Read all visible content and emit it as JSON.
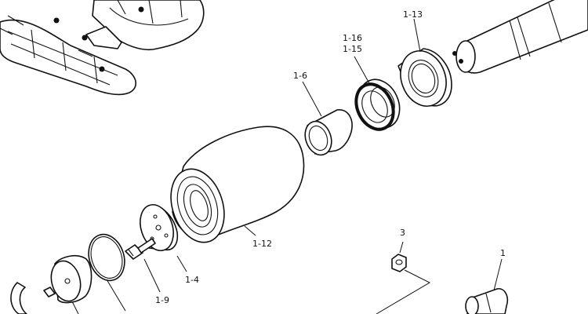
{
  "diagram": {
    "labels": {
      "part_1_13": "1-13",
      "part_1_16": "1-16",
      "part_1_15": "1-15",
      "part_1_6": "1-6",
      "part_1_12": "1-12",
      "part_1_4": "1-4",
      "part_1_9": "1-9",
      "part_3": "3",
      "part_1": "1"
    }
  }
}
